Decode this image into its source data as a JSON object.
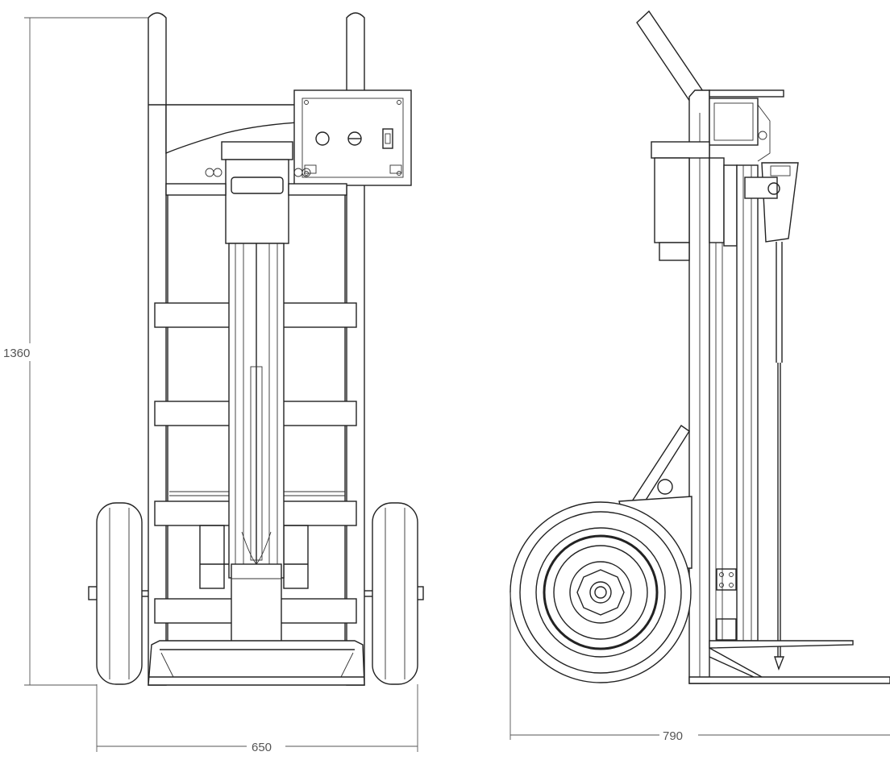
{
  "dimensions": {
    "height": "1360",
    "front_width": "650",
    "side_depth": "790"
  }
}
